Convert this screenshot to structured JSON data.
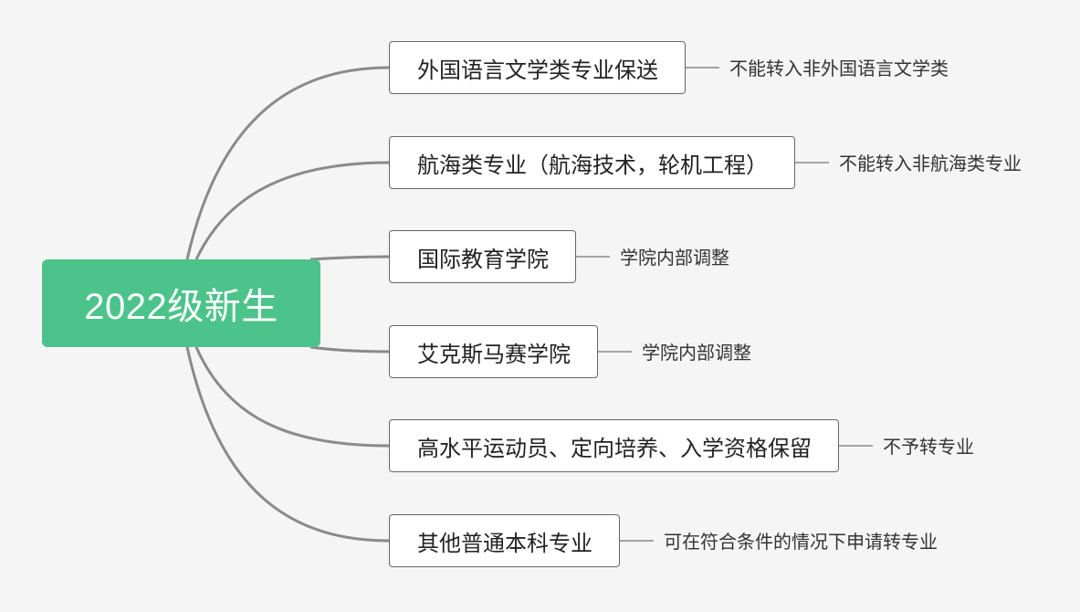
{
  "diagram": {
    "root": {
      "label": "2022级新生"
    },
    "branches": [
      {
        "label": "外国语言文学类专业保送",
        "note": "不能转入非外国语言文学类"
      },
      {
        "label": "航海类专业（航海技术，轮机工程）",
        "note": "不能转入非航海类专业"
      },
      {
        "label": "国际教育学院",
        "note": "学院内部调整"
      },
      {
        "label": "艾克斯马赛学院",
        "note": "学院内部调整"
      },
      {
        "label": "高水平运动员、定向培养、入学资格保留",
        "note": "不予转专业"
      },
      {
        "label": "其他普通本科专业",
        "note": "可在符合条件的情况下申请转专业"
      }
    ],
    "colors": {
      "root_fill": "#4cc38a",
      "root_text": "#ffffff",
      "connector": "#8a8a8a",
      "node_border": "#666666",
      "background": "#f5f5f5"
    }
  }
}
